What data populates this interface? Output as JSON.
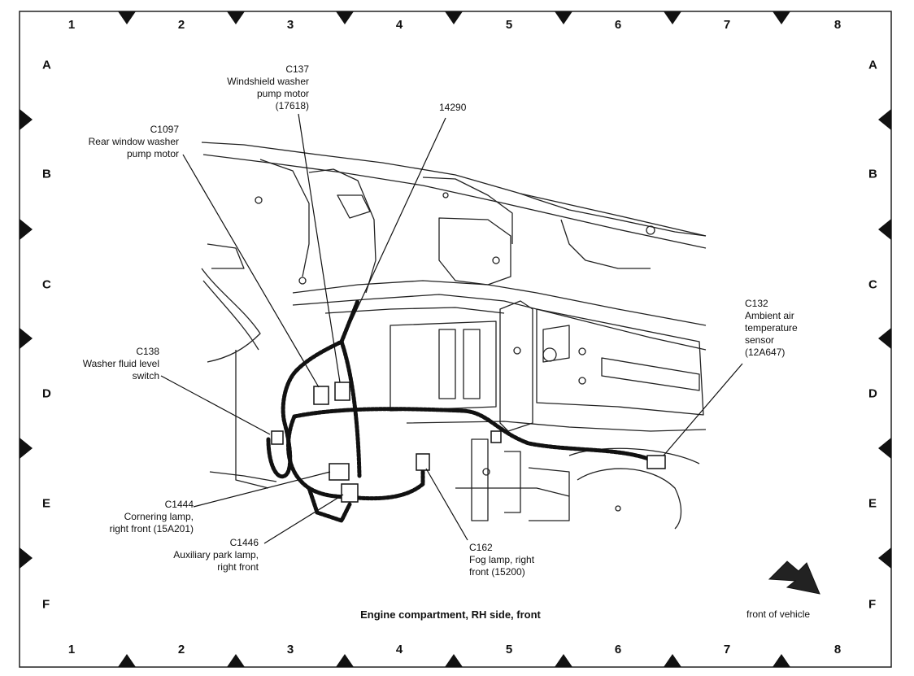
{
  "grid": {
    "columns": [
      "1",
      "2",
      "3",
      "4",
      "5",
      "6",
      "7",
      "8"
    ],
    "rows": [
      "A",
      "B",
      "C",
      "D",
      "E",
      "F"
    ]
  },
  "callouts": {
    "c137": {
      "lines": [
        "C137",
        "Windshield washer",
        "pump motor",
        "(17618)"
      ]
    },
    "c14290": {
      "lines": [
        "14290"
      ]
    },
    "c1097": {
      "lines": [
        "C1097",
        "Rear window washer",
        "pump motor"
      ]
    },
    "c132": {
      "lines": [
        "C132",
        "Ambient air",
        "temperature",
        "sensor",
        "(12A647)"
      ]
    },
    "c138": {
      "lines": [
        "C138",
        "Washer fluid level",
        "switch"
      ]
    },
    "c1444": {
      "lines": [
        "C1444",
        "Cornering lamp,",
        "right front (15A201)"
      ]
    },
    "c1446": {
      "lines": [
        "C1446",
        "Auxiliary park lamp,",
        "right front"
      ]
    },
    "c162": {
      "lines": [
        "C162",
        "Fog lamp, right",
        "front (15200)"
      ]
    }
  },
  "caption": "Engine compartment, RH side, front",
  "orientation_label": "front of vehicle"
}
